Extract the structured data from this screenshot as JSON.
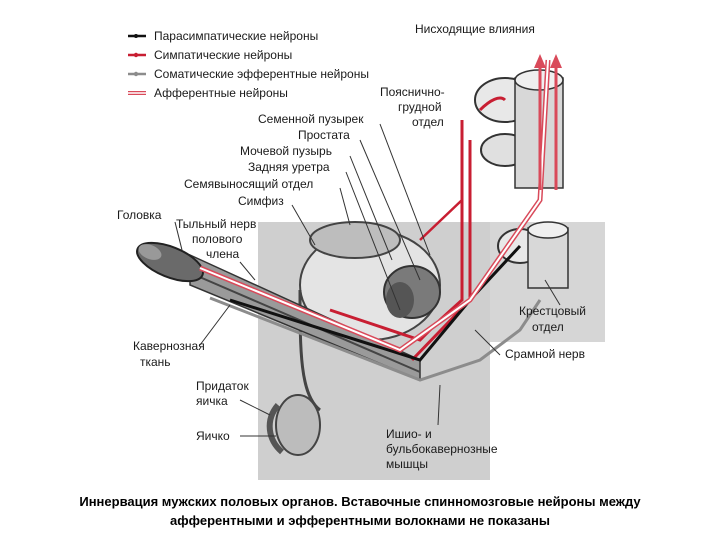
{
  "legend": {
    "items": [
      {
        "label": "Парасимпатические нейроны",
        "color": "#111111",
        "style": "solid"
      },
      {
        "label": "Симпатические нейроны",
        "color": "#c81e32",
        "style": "solid"
      },
      {
        "label": "Соматические эфферентные нейроны",
        "color": "#8c8c8c",
        "style": "solid"
      },
      {
        "label": "Афферентные нейроны",
        "color": "#d94a5a",
        "style": "outlined"
      }
    ]
  },
  "labels": {
    "descending": "Нисходящие влияния",
    "lumbothoracic_1": "Пояснично-",
    "lumbothoracic_2": "грудной",
    "lumbothoracic_3": "отдел",
    "seminal_vesicle": "Семенной пузырек",
    "prostate": "Простата",
    "bladder": "Мочевой пузырь",
    "posterior_urethra": "Задняя уретра",
    "vas_deferens": "Семявыносящий отдел",
    "symphysis": "Симфиз",
    "glans": "Головка",
    "dorsal_nerve_1": "Тыльный нерв",
    "dorsal_nerve_2": "полового",
    "dorsal_nerve_3": "члена",
    "cavernous_1": "Кавернозная",
    "cavernous_2": "ткань",
    "sacral_1": "Крестцовый",
    "sacral_2": "отдел",
    "pudendal_nerve": "Срамной нерв",
    "epididymis_1": "Придаток",
    "epididymis_2": "яичка",
    "testis": "Яичко",
    "muscles_1": "Ишио-  и",
    "muscles_2": "бульбокавернозные",
    "muscles_3": "мышцы"
  },
  "caption": {
    "line1": "Иннервация мужских половых органов. Вставочные спинномозговые нейроны между",
    "line2": "афферентными и эфферентными волокнами не показаны"
  },
  "colors": {
    "parasympathetic": "#111111",
    "sympathetic": "#c81e32",
    "somatic": "#8c8c8c",
    "afferent": "#d94a5a",
    "body_shade": "#cfcfcf",
    "organ_dark": "#555555"
  }
}
